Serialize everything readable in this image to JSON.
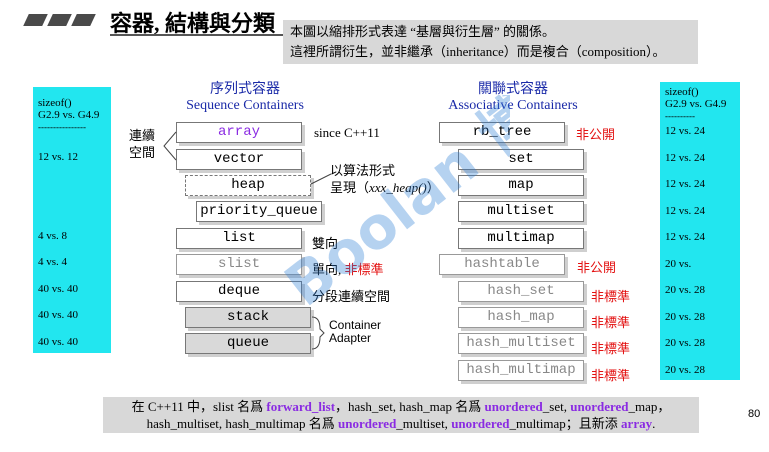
{
  "header": {
    "title": "容器, 結構與分類",
    "note_line1": "本圖以縮排形式表達 “基層與衍生層” 的關係。",
    "note_line2": "這裡所謂衍生，並非繼承（inheritance）而是複合（composition）。"
  },
  "left_panel": {
    "heading_line1": "sizeof()",
    "heading_line2": "G2.9 vs. G4.9",
    "separator": "----------------",
    "values": [
      "12 vs. 12",
      "4  vs. 8",
      "4  vs. 4",
      "40 vs. 40",
      "40 vs. 40",
      "40 vs. 40"
    ]
  },
  "right_panel": {
    "heading_line1": "sizeof()",
    "heading_line2": "G2.9 vs. G4.9",
    "separator": "----------",
    "values": [
      "12 vs. 24",
      "12 vs. 24",
      "12 vs. 24",
      "12 vs. 24",
      "12 vs. 24",
      "20 vs.",
      "20 vs. 28",
      "20 vs. 28",
      "20 vs. 28",
      "20 vs. 28"
    ]
  },
  "sequence": {
    "heading_zh": "序列式容器",
    "heading_en": "Sequence Containers",
    "items": [
      "array",
      "vector",
      "heap",
      "priority_queue",
      "list",
      "slist",
      "deque",
      "stack",
      "queue"
    ],
    "contiguous_label_line1": "連續",
    "contiguous_label_line2": "空間",
    "array_note": "since C++11",
    "heap_note_line1": "以算法形式",
    "heap_note_line2_prefix": "呈現（",
    "heap_note_line2_italic": "xxx_heap()",
    "heap_note_line2_suffix": "）",
    "list_note": "雙向",
    "slist_note_prefix": "單向, ",
    "slist_note_red": "非標準",
    "deque_note": "分段連續空間",
    "adapter_line1": "Container",
    "adapter_line2": "Adapter"
  },
  "associative": {
    "heading_zh": "關聯式容器",
    "heading_en": "Associative Containers",
    "items": [
      "rb_tree",
      "set",
      "map",
      "multiset",
      "multimap",
      "hashtable",
      "hash_set",
      "hash_map",
      "hash_multiset",
      "hash_multimap"
    ],
    "non_public": "非公開",
    "non_standard": "非標準"
  },
  "footer": {
    "line1_a": "在 C++11 中，slist 名爲 ",
    "line1_b": "forward_list",
    "line1_c": "，hash_set, hash_map 名爲 ",
    "line1_d": "unordered",
    "line1_e": "_set, ",
    "line1_f": "unordered",
    "line1_g": "_map，",
    "line2_a": "hash_multiset, hash_multimap 名爲 ",
    "line2_b": "unordered",
    "line2_c": "_multiset, ",
    "line2_d": "unordered",
    "line2_e": "_multimap；且新添 ",
    "line2_f": "array",
    "line2_g": "."
  },
  "page_number": "80",
  "watermark": "Boolan 博览网",
  "colors": {
    "panel": "#22e6ef",
    "heading_blue": "#1a2aa8",
    "red": "#e31010",
    "purple": "#8a2be2"
  }
}
